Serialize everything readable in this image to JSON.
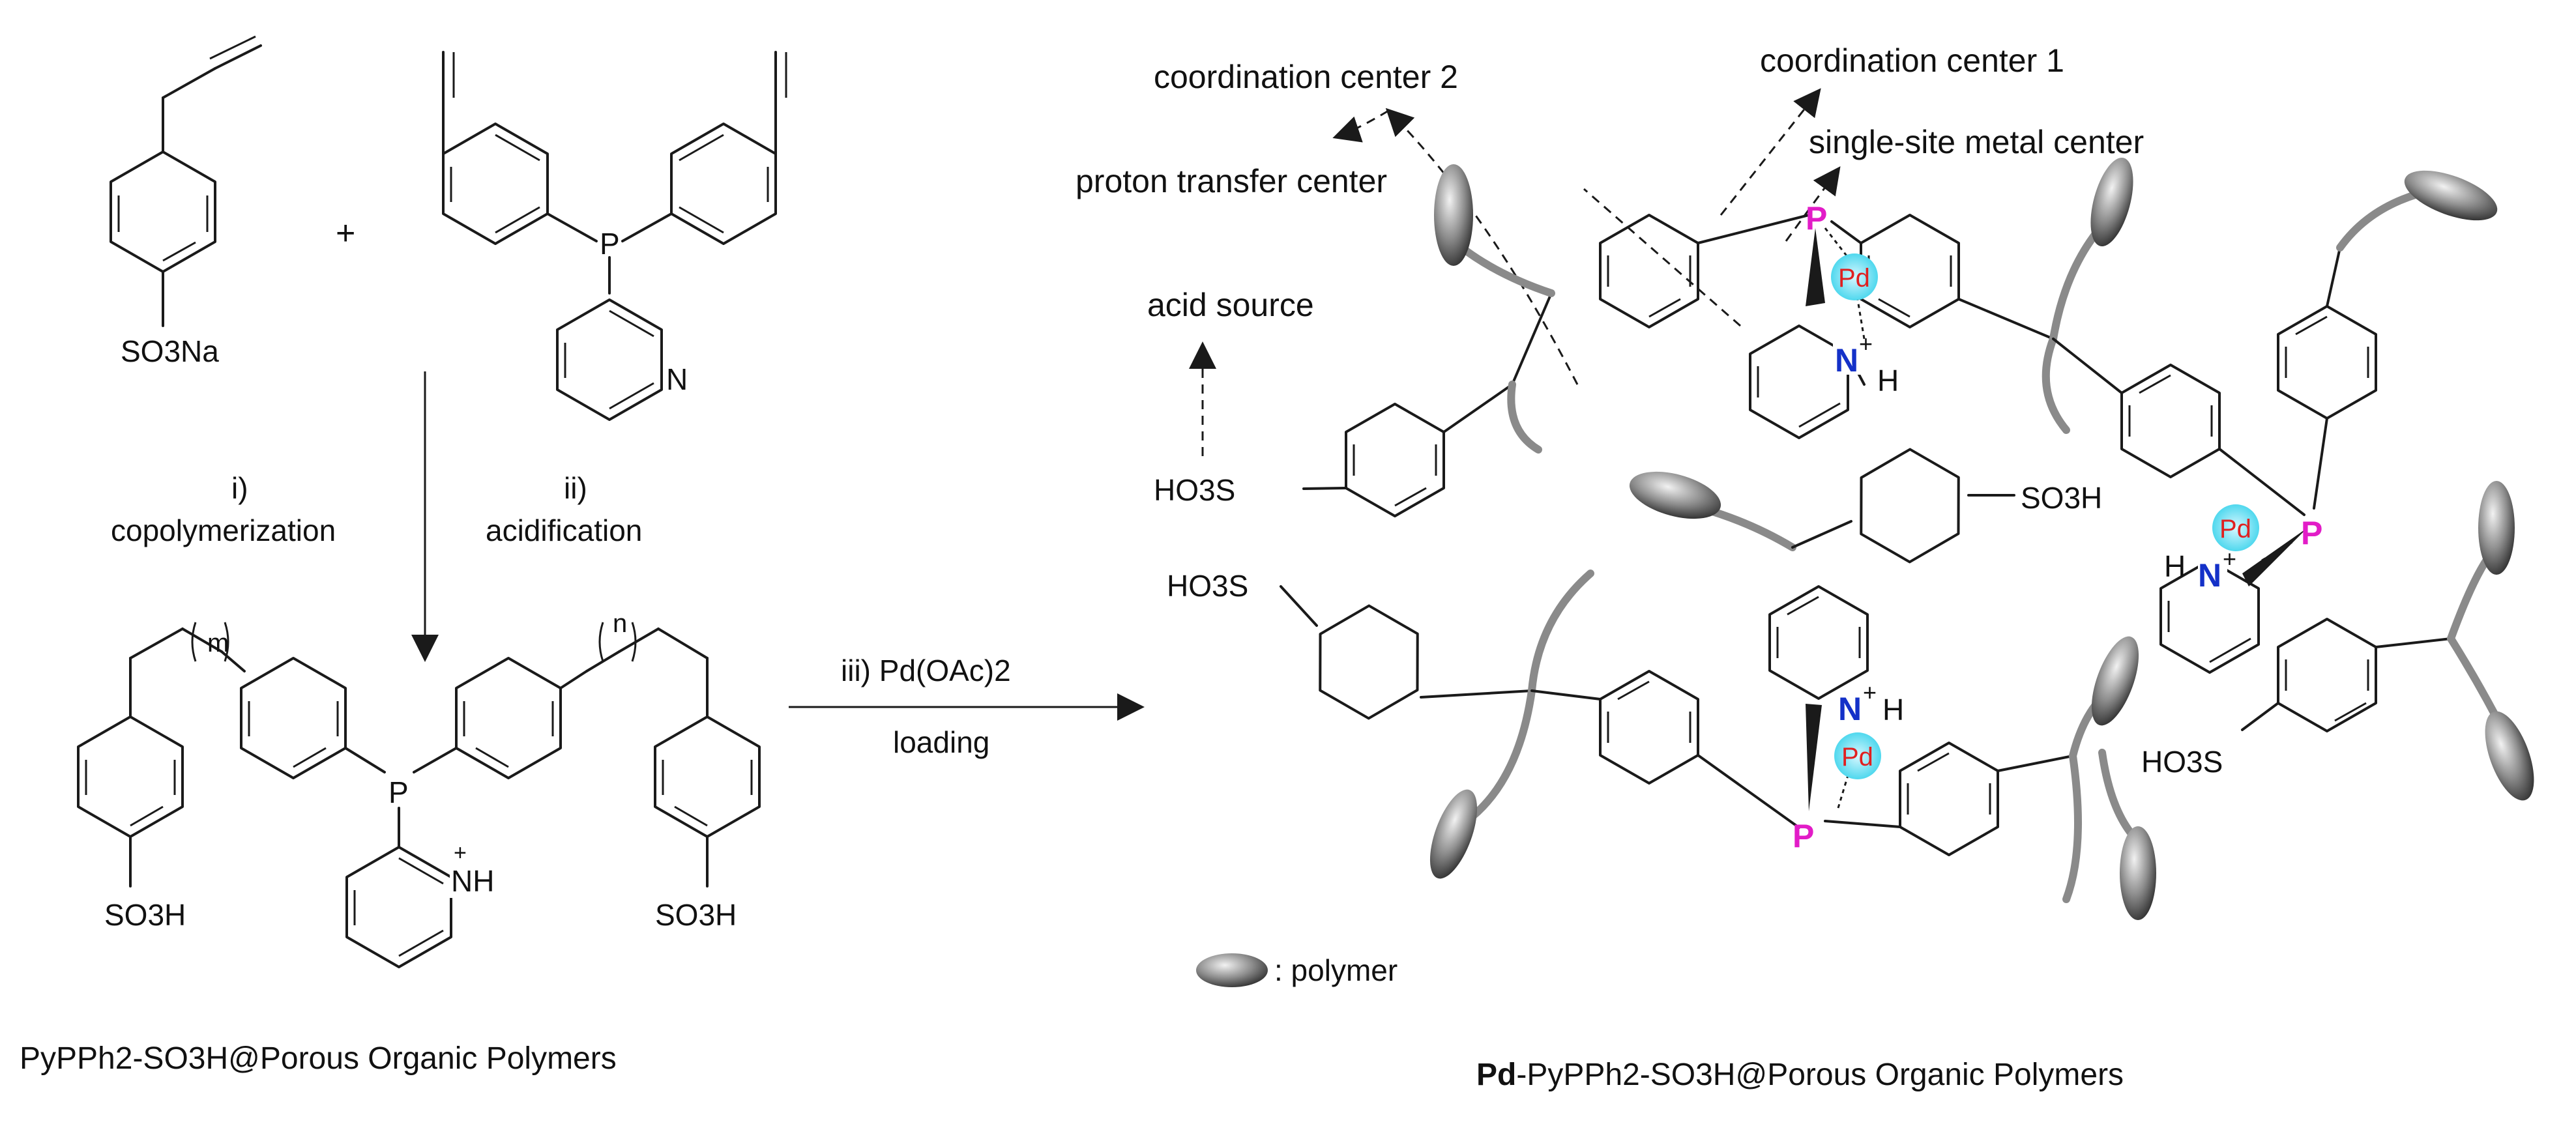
{
  "reactants": {
    "sodium_styrenesulfonate": {
      "group": "SO3Na"
    },
    "plus_sign": "+",
    "phosphine_ligand": {
      "p_atom": "P",
      "n_atom": "N"
    }
  },
  "steps": {
    "step1_label": "i)",
    "step1_name": "copolymerization",
    "step2_label": "ii)",
    "step2_name": "acidification",
    "step3_label": "iii) Pd(OAc)2",
    "step3_name": "loading"
  },
  "product_left": {
    "m_label": "m",
    "n_label": "n",
    "p_atom": "P",
    "nh_label": "NH",
    "plus": "+",
    "group_left": "SO3H",
    "group_right": "SO3H",
    "caption": "PyPPh2-SO3H@Porous Organic Polymers"
  },
  "product_right": {
    "labels": {
      "coordination_center_2": "coordination center 2",
      "coordination_center_1": "coordination center 1",
      "single_site_metal_center": "single-site metal center",
      "proton_transfer_center": "proton transfer center",
      "acid_source": "acid source"
    },
    "p_atom": "P",
    "n_atom": "N",
    "plus": "+",
    "h_atom": "H",
    "pd": "Pd",
    "group": "HO3S",
    "group_alt": "SO3H",
    "legend_label": ": polymer",
    "caption_bold": "Pd",
    "caption_rest": "-PyPPh2-SO3H@Porous Organic Polymers"
  },
  "colors": {
    "phosphorus": "#e21cc7",
    "nitrogen": "#1431c8",
    "palladium_text": "#e02020",
    "palladium_halo": "#4fd8ee",
    "polymer_chain": "#8a8a8a"
  }
}
